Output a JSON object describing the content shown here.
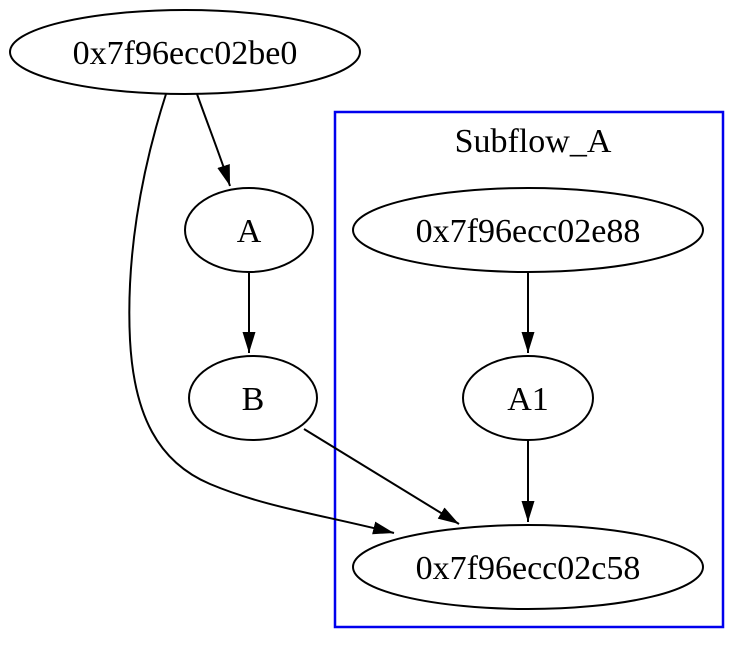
{
  "diagram": {
    "type": "directed-graph",
    "background": "#ffffff",
    "colors": {
      "node_stroke": "#000000",
      "node_fill": "#ffffff",
      "edge_stroke": "#000000",
      "subflow_border": "#0000ee"
    },
    "subflow": {
      "label": "Subflow_A",
      "border_color": "#0000ee"
    },
    "nodes": {
      "root": {
        "label": "0x7f96ecc02be0"
      },
      "a": {
        "label": "A"
      },
      "b": {
        "label": "B"
      },
      "e88": {
        "label": "0x7f96ecc02e88"
      },
      "a1": {
        "label": "A1"
      },
      "c58": {
        "label": "0x7f96ecc02c58"
      }
    },
    "edges": [
      {
        "from": "0x7f96ecc02be0",
        "to": "A"
      },
      {
        "from": "0x7f96ecc02be0",
        "to": "0x7f96ecc02c58"
      },
      {
        "from": "A",
        "to": "B"
      },
      {
        "from": "B",
        "to": "0x7f96ecc02c58"
      },
      {
        "from": "0x7f96ecc02e88",
        "to": "A1"
      },
      {
        "from": "A1",
        "to": "0x7f96ecc02c58"
      }
    ]
  }
}
